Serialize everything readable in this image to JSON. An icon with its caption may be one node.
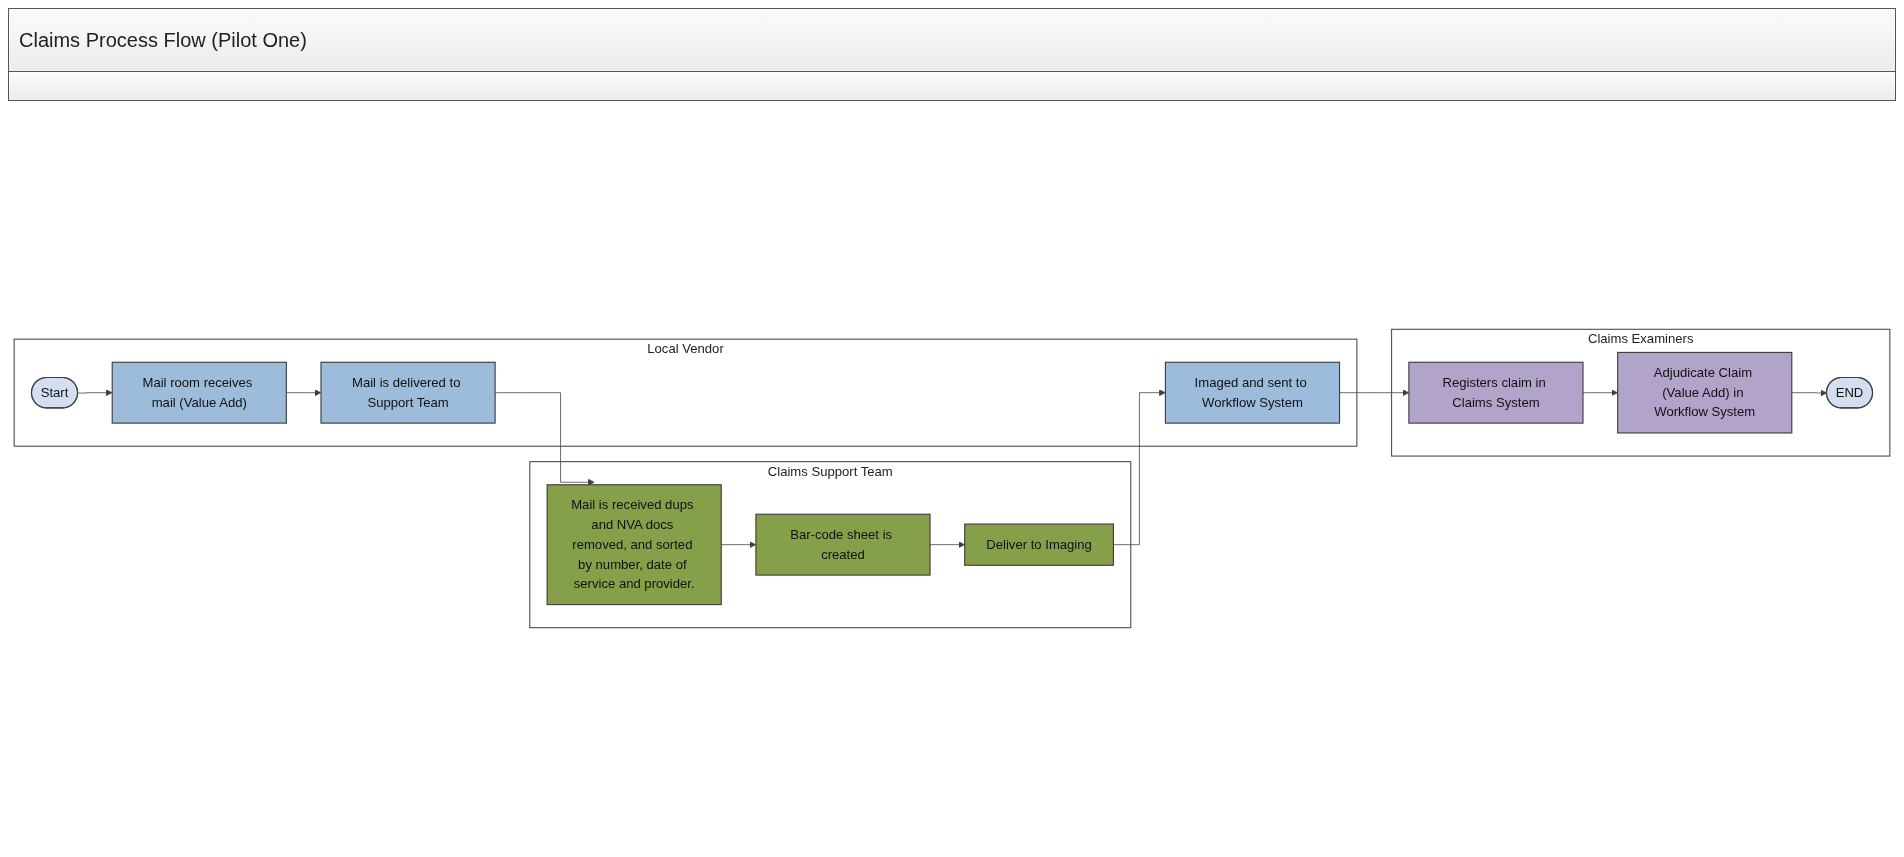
{
  "diagram": {
    "title": "Claims Process Flow (Pilot One)",
    "nodes": [
      {
        "text": [
          "Local Vendor"
        ]
      },
      {
        "text": [
          "Start"
        ],
        "in": 0
      },
      {
        "text": [
          "Mail room receives mail (Value Add)"
        ],
        "in": 0
      },
      {
        "text": [
          "Mail is delivered to Support Team"
        ],
        "in": 0
      },
      {
        "text": [
          "Imaged and sent to Workflow System"
        ],
        "in": 0
      },
      {
        "text": [
          "Claims Support Team"
        ]
      },
      {
        "text": [
          "Mail is received dups and NVA docs removed, and sorted by number, date of service and provider."
        ],
        "in": 5
      },
      {
        "text": [
          "Bar-code sheet is created"
        ],
        "in": 5
      },
      {
        "text": [
          "Deliver to Imaging"
        ],
        "in": 5
      },
      {
        "text": [
          "Claims Examiners"
        ]
      },
      {
        "text": [
          "Registers claim in Claims System"
        ],
        "in": 9
      },
      {
        "text": [
          "Adjudicate Claim (Value Add) in Workflow System"
        ],
        "in": 9
      },
      {
        "text": [
          "END"
        ],
        "in": 9
      }
    ],
    "edges": [
      {
        "from": 1,
        "to": 2,
        "arrow": "to"
      },
      {
        "from": 2,
        "to": 3,
        "arrow": "to"
      },
      {
        "from": 3,
        "to": 6,
        "arrow": "to"
      },
      {
        "from": 6,
        "to": 7,
        "arrow": "to"
      },
      {
        "from": 7,
        "to": 8,
        "arrow": "to"
      },
      {
        "from": 8,
        "to": 4,
        "arrow": "to"
      },
      {
        "from": 4,
        "to": 10,
        "arrow": "to"
      },
      {
        "from": 10,
        "to": 11,
        "arrow": "to"
      },
      {
        "from": 11,
        "to": 12,
        "arrow": "to"
      }
    ]
  }
}
